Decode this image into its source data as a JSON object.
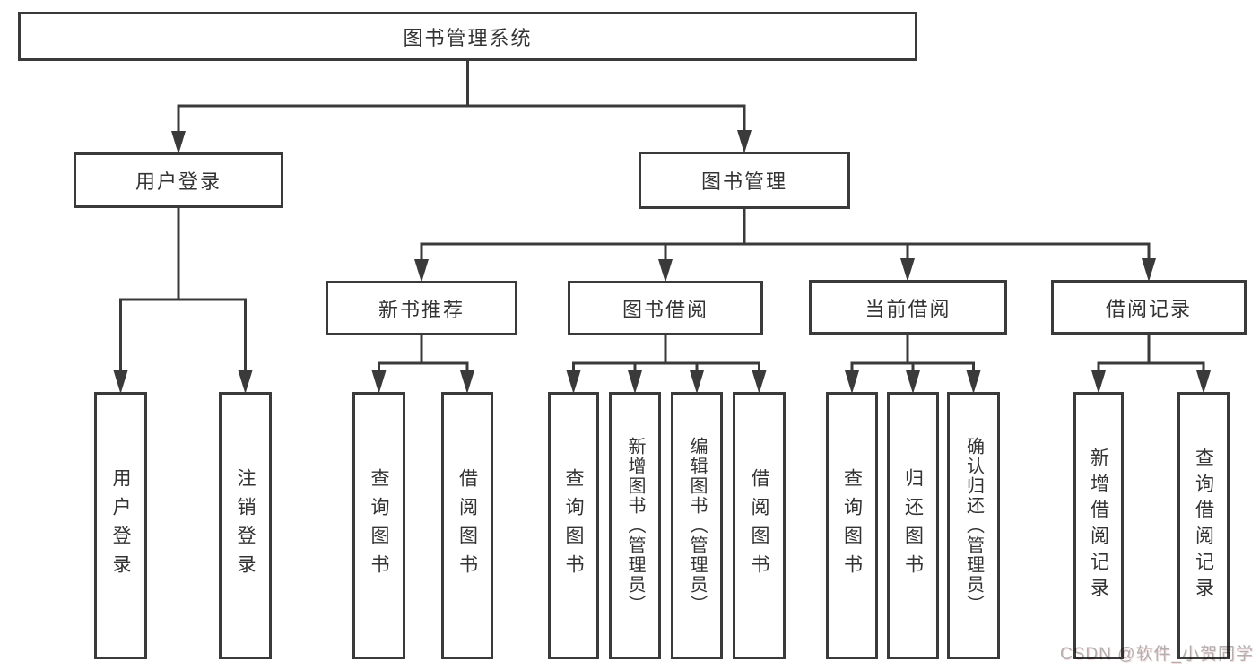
{
  "tree": {
    "label": "图书管理系统",
    "children": [
      {
        "label": "用户登录",
        "children": [
          {
            "label": "用户登录"
          },
          {
            "label": "注销登录"
          }
        ]
      },
      {
        "label": "图书管理",
        "children": [
          {
            "label": "新书推荐",
            "children": [
              {
                "label": "查询图书"
              },
              {
                "label": "借阅图书"
              }
            ]
          },
          {
            "label": "图书借阅",
            "children": [
              {
                "label": "查询图书"
              },
              {
                "label": "新增图书（管理员）"
              },
              {
                "label": "编辑图书（管理员）"
              },
              {
                "label": "借阅图书"
              }
            ]
          },
          {
            "label": "当前借阅",
            "children": [
              {
                "label": "查询图书"
              },
              {
                "label": "归还图书"
              },
              {
                "label": "确认归还（管理员）"
              }
            ]
          },
          {
            "label": "借阅记录",
            "children": [
              {
                "label": "新增借阅记录"
              },
              {
                "label": "查询借阅记录"
              }
            ]
          }
        ]
      }
    ]
  },
  "watermark": "CSDN @软件_小贺同学",
  "colors": {
    "line": "#3a3a3a",
    "box_border": "#3a3a3a",
    "text": "#333333",
    "background": "#ffffff",
    "watermark": "#b0b0b0"
  }
}
